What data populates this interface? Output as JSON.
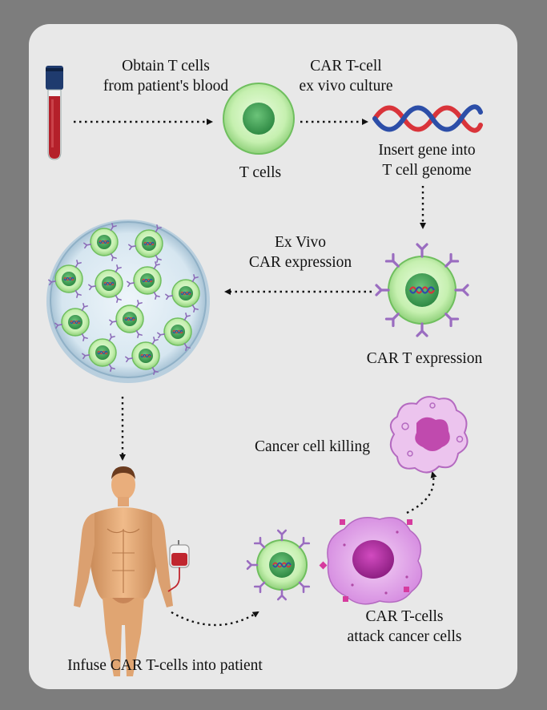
{
  "labels": {
    "obtain": "Obtain T cells\nfrom patient's blood",
    "culture": "CAR T-cell\nex vivo culture",
    "tcells": "T cells",
    "insert": "Insert gene into\nT cell genome",
    "exvivo": "Ex Vivo\nCAR  expression",
    "cart_expression": "CAR T expression",
    "killing": "Cancer cell killing",
    "attack": "CAR T-cells\nattack cancer cells",
    "infuse": "Infuse CAR T-cells into patient"
  },
  "colors": {
    "background": "#7d7d7d",
    "panel": "#e8e8e8",
    "cell_fill": "#c6f0b0",
    "cell_nucleus": "#3f9f52",
    "receptor": "#9a6cc0",
    "cancer_cell": "#e0a6e8",
    "cancer_nucleus": "#b4339f",
    "dna_red": "#d9343a",
    "dna_blue": "#2c4ea8",
    "blood": "#b4202a",
    "arrow": "#111111"
  },
  "icons": [
    "blood-tube-icon",
    "t-cell-icon",
    "dna-icon",
    "car-t-cell-icon",
    "petri-dish-icon",
    "human-body-icon",
    "iv-bag-icon",
    "cancer-cell-icon",
    "dead-cancer-cell-icon"
  ]
}
